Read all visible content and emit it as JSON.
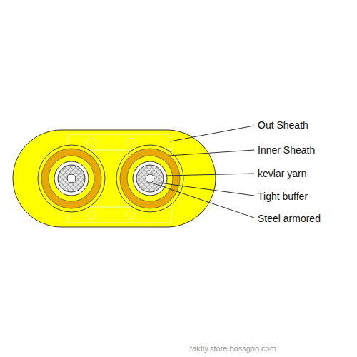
{
  "diagram": {
    "labels": [
      "Out Sheath",
      "Inner Sheath",
      "kevlar yarn",
      "Tight buffer",
      "Steel armored",
      "takfly.store.bossgoo.com"
    ]
  }
}
